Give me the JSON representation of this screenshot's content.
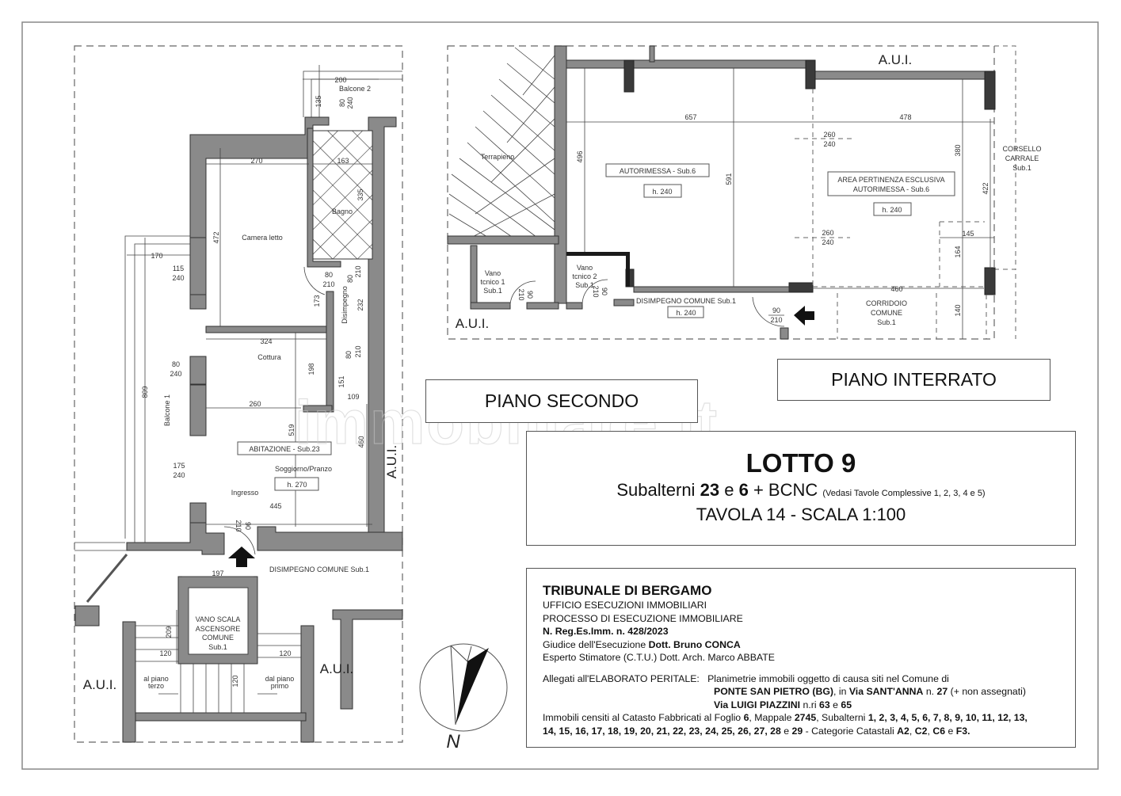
{
  "drawing": {
    "piano_secondo": {
      "floor_label": "PIANO SECONDO",
      "unit_label": "ABITAZIONE - Sub.23",
      "rooms": {
        "camera": "Camera letto",
        "bagno": "Bagno",
        "disimpegno": "Disimpegno",
        "cottura": "Cottura",
        "soggiorno": "Soggiorno/Pranzo",
        "ingresso": "Ingresso",
        "balcone1": "Balcone 1",
        "balcone2": "Balcone 2",
        "disimpegno_comune": "DISIMPEGNO COMUNE Sub.1",
        "vano_scala_1": "VANO SCALA",
        "vano_scala_2": "ASCENSORE",
        "vano_scala_3": "COMUNE",
        "vano_scala_4": "Sub.1",
        "al_piano_1": "al piano",
        "al_piano_2": "terzo",
        "dal_piano_1": "dal piano",
        "dal_piano_2": "primo"
      },
      "height": "h. 270",
      "aui": [
        "A.U.I.",
        "A.U.I.",
        "A.U.I."
      ],
      "dims": {
        "d200": "200",
        "d135": "135",
        "d80a": "80",
        "d240a": "240",
        "d270": "270",
        "d163": "163",
        "d335": "335",
        "d472": "472",
        "d170": "170",
        "d115": "115",
        "d240b": "240",
        "d80b": "80",
        "d210b": "210",
        "d80c": "80",
        "d210c": "210",
        "d173": "173",
        "d232": "232",
        "d324": "324",
        "d80d": "80",
        "d240d": "240",
        "d198": "198",
        "d151": "151",
        "d80e": "80",
        "d210e": "210",
        "d109": "109",
        "d260": "260",
        "d809": "809",
        "d519": "519",
        "d460": "460",
        "d175": "175",
        "d240f": "240",
        "d445": "445",
        "d90": "90",
        "d210g": "210",
        "d197": "197",
        "d209": "209",
        "d120a": "120",
        "d120b": "120",
        "d120c": "120"
      }
    },
    "piano_interrato": {
      "floor_label": "PIANO INTERRATO",
      "rooms": {
        "terrapieno": "Terrapieno",
        "autorimessa": "AUTORIMESSA - Sub.6",
        "area_1": "AREA PERTINENZA ESCLUSIVA",
        "area_2": "AUTORIMESSA - Sub.6",
        "corsello_1": "CORSELLO",
        "corsello_2": "CARRALE",
        "corsello_3": "Sub.1",
        "vano1_1": "Vano",
        "vano1_2": "tcnico 1",
        "vano1_3": "Sub.1",
        "vano2_1": "Vano",
        "vano2_2": "tcnico 2",
        "vano2_3": "Sub.1",
        "disimpegno": "DISIMPEGNO COMUNE Sub.1",
        "corridoio_1": "CORRIDOIO",
        "corridoio_2": "COMUNE",
        "corridoio_3": "Sub.1"
      },
      "heights": {
        "autorimessa": "h. 240",
        "area": "h. 240",
        "disimpegno": "h. 240"
      },
      "aui": [
        "A.U.I.",
        "A.U.I."
      ],
      "dims": {
        "d657": "657",
        "d496": "496",
        "d591": "591",
        "d478": "478",
        "d260a": "260",
        "d240a": "240",
        "d260b": "260",
        "d240b": "240",
        "d380": "380",
        "d422": "422",
        "d145": "145",
        "d164": "164",
        "d460": "460",
        "d140": "140",
        "d90a": "90",
        "d210a": "210",
        "d90b": "90",
        "d210b": "210",
        "d90c": "90",
        "d210c": "210"
      }
    },
    "compass": {
      "label": "N"
    },
    "watermark": "immobiliare.it"
  },
  "lotto": {
    "title": "LOTTO 9",
    "sub_prefix": "Subalterni",
    "sub_a": "23",
    "sub_e": "e",
    "sub_b": "6",
    "sub_suffix": "+ BCNC",
    "sub_note": "(Vedasi Tavole Complessive 1, 2, 3, 4 e 5)",
    "tavola": "TAVOLA 14 - SCALA 1:100"
  },
  "info": {
    "title": "TRIBUNALE DI BERGAMO",
    "line1": "UFFICIO ESECUZIONI IMMOBILIARI",
    "line2": "PROCESSO DI ESECUZIONE IMMOBILIARE",
    "reg": "N. Reg.Es.Imm. n. 428/2023",
    "giudice_label": "Giudice dell'Esecuzione",
    "giudice_name": "Dott. Bruno CONCA",
    "esperto": "Esperto Stimatore (C.T.U.)  Dott. Arch. Marco ABBATE",
    "allegati_label": "Allegati all'ELABORATO PERITALE:",
    "allegati_text": "Planimetrie immobili oggetto di causa siti nel Comune di",
    "comune": "PONTE SAN PIETRO (BG)",
    "in_via": ", in",
    "via1": "Via SANT'ANNA",
    "via1_n": "n.",
    "via1_num": "27",
    "via1_note": "(+ non assegnati)",
    "via2": "Via LUIGI PIAZZINI",
    "via2_n": "n.ri",
    "via2_num_a": "63",
    "via2_e": "e",
    "via2_num_b": "65",
    "catasto_1": "Immobili censiti al Catasto Fabbricati al  Foglio",
    "foglio": "6",
    "mappale_label": ", Mappale",
    "mappale": "2745",
    "sub_label": ", Subalterni",
    "subalterni_1": "1, 2, 3, 4, 5, 6, 7, 8, 9, 10, 11, 12, 13,",
    "subalterni_2": "14, 15, 16, 17, 18, 19, 20, 21, 22, 23, 24, 25, 26, 27, 28",
    "sub_e": "e",
    "sub_last": "29",
    "cat_label": "- Categorie Catastali",
    "cat_1": "A2",
    "cat_2": "C2",
    "cat_3": "C6",
    "cat_e": "e",
    "cat_4": "F3."
  }
}
